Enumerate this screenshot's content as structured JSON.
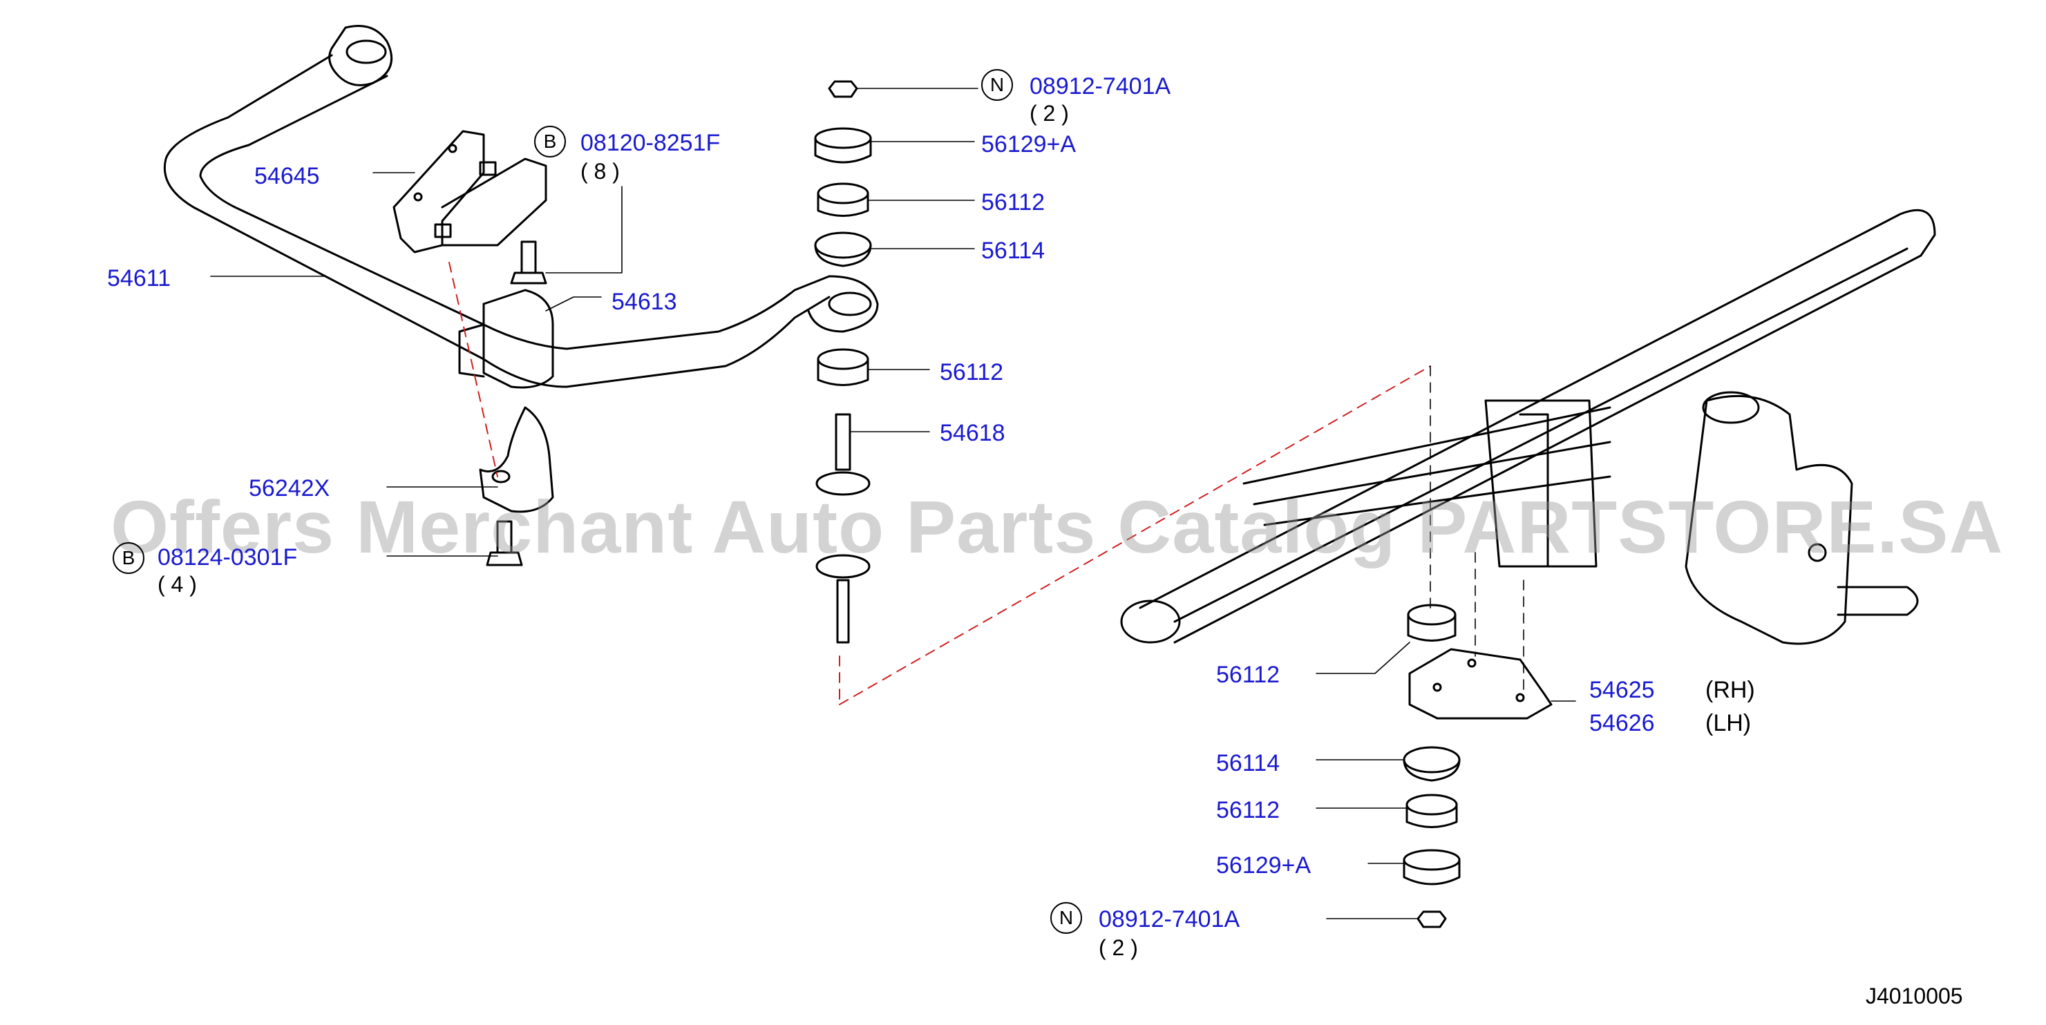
{
  "parts": {
    "p54645": "54645",
    "p08120": "08120-8251F",
    "p08120_qty": "( 8 )",
    "p54611": "54611",
    "p54613": "54613",
    "p56242X": "56242X",
    "p08124": "08124-0301F",
    "p08124_qty": "( 4 )",
    "p08912_top": "08912-7401A",
    "p08912_top_qty": "( 2 )",
    "p56129_top": "56129+A",
    "p56112_a": "56112",
    "p56114_top": "56114",
    "p56112_b": "56112",
    "p54618": "54618",
    "p56112_c": "56112",
    "p54625": "54625",
    "p54626": "54626",
    "rh": "(RH)",
    "lh": "(LH)",
    "p56114_bot": "56114",
    "p56112_d": "56112",
    "p56129_bot": "56129+A",
    "p08912_bot": "08912-7401A",
    "p08912_bot_qty": "( 2 )"
  },
  "markers": {
    "bolt": "B",
    "nut": "N"
  },
  "watermark": "Offers Merchant Auto Parts Catalog PARTSTORE.SA",
  "diagram_code": "J4010005"
}
